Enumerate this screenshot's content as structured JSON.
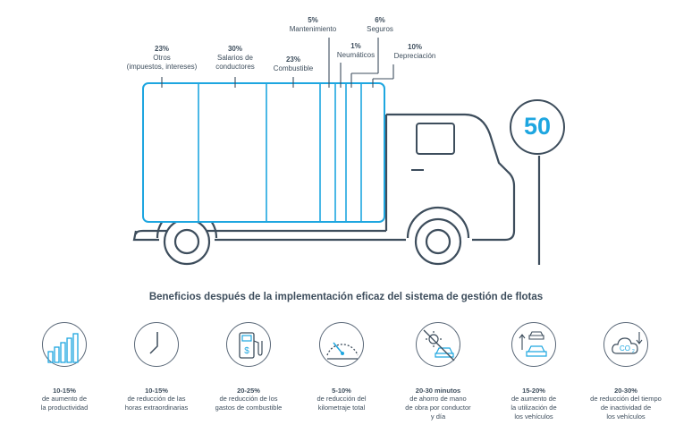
{
  "segments": [
    {
      "pct": "23%",
      "label": "Otros\n(impuestos, intereses)"
    },
    {
      "pct": "30%",
      "label": "Salarios de\nconductores"
    },
    {
      "pct": "23%",
      "label": "Combustible"
    },
    {
      "pct": "5%",
      "label": "Mantenimiento"
    },
    {
      "pct": "1%",
      "label": "Neumáticos"
    },
    {
      "pct": "6%",
      "label": "Seguros"
    },
    {
      "pct": "10%",
      "label": "Depreciación"
    }
  ],
  "sign_value": "50",
  "title": "Beneficios después de la implementación eficaz del sistema de gestión de flotas",
  "benefits": [
    {
      "range": "10-15%",
      "desc": "de aumento de\nla productividad",
      "icon": "bar-growth-icon"
    },
    {
      "range": "10-15%",
      "desc": "de reducción de las\nhoras extraordinarias",
      "icon": "clock-icon"
    },
    {
      "range": "20-25%",
      "desc": "de reducción de los\ngastos de combustible",
      "icon": "fuel-pump-icon"
    },
    {
      "range": "5-10%",
      "desc": "de reducción del\nkilometraje total",
      "icon": "odometer-icon"
    },
    {
      "range": "20-30 minutos",
      "desc": "de ahorro de mano\nde obra por conductor\ny día",
      "icon": "no-overtime-car-icon"
    },
    {
      "range": "15-20%",
      "desc": "de aumento de\nla utilización de\nlos vehículos",
      "icon": "vehicles-up-icon"
    },
    {
      "range": "20-30%",
      "desc": "de reducción del tiempo\nde inactividad de\nlos vehículos",
      "icon": "co2-down-icon"
    }
  ],
  "colors": {
    "accent": "#1ea6e0",
    "line": "#3d4d5c"
  }
}
